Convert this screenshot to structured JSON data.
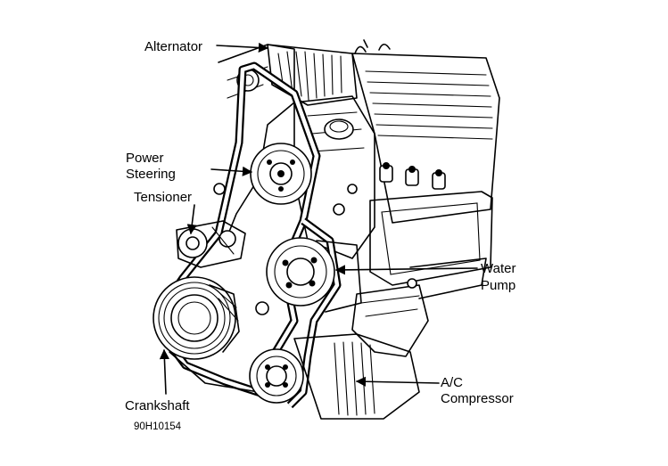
{
  "labels": {
    "alternator": "Alternator",
    "power_steering_line1": "Power",
    "power_steering_line2": "Steering",
    "tensioner": "Tensioner",
    "water_pump_line1": "Water",
    "water_pump_line2": "Pump",
    "ac_compressor_line1": "A/C",
    "ac_compressor_line2": "Compressor",
    "crankshaft": "Crankshaft"
  },
  "figure_code": "90H10154"
}
